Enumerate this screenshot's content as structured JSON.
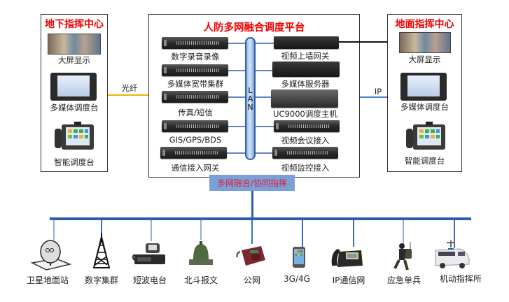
{
  "left_center": {
    "title": "地下指挥中心",
    "items": [
      "大屏显示",
      "多媒体调度台",
      "智能调度台"
    ]
  },
  "right_center": {
    "title": "地面指挥中心",
    "items": [
      "大屏显示",
      "多媒体调度台",
      "智能调度台"
    ]
  },
  "platform": {
    "title": "人防多网融合调度平台",
    "lan_label": [
      "L",
      "A",
      "N"
    ],
    "left_devices": [
      "数字录音录像",
      "多媒体宽带集群",
      "传真/短信",
      "GIS/GPS/BDS",
      "通信接入网关"
    ],
    "right_devices": [
      "视频上墙网关",
      "多媒体服务器",
      "UC9000调度主机",
      "视频会议接入",
      "视频监控接入"
    ]
  },
  "links": {
    "left_link": "光纤",
    "right_link": "IP"
  },
  "fusion_banner": "多网融合/协同指挥",
  "terminals": [
    "卫星地面站",
    "数字集群",
    "短波电台",
    "北斗报文",
    "公网",
    "3G/4G",
    "IP通信网",
    "应急单兵",
    "机动指挥所"
  ],
  "colors": {
    "title_red": "#ee0000",
    "link_blue": "#5b87c6",
    "bus_blue": "#2a5ea8",
    "fiber_yellow": "#f2b400",
    "banner_bg": "#7ba0d8",
    "banner_text": "#e0203a"
  }
}
